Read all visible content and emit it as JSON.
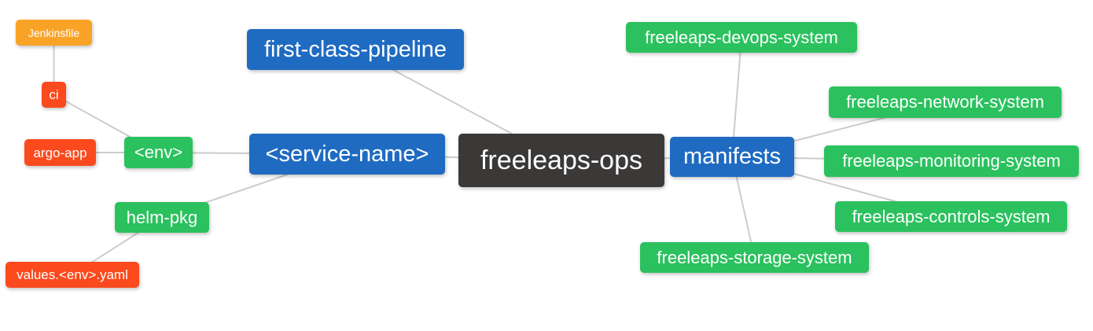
{
  "mindmap": {
    "background": "#FFFFFF",
    "edge_color": "#CCCCCC",
    "colors": {
      "root": "#3B3838",
      "level1": "#1F6BC1",
      "level2": "#2BC15E",
      "level3": "#FB4A1D",
      "level4": "#F9A326"
    },
    "nodes": {
      "root": {
        "label": "freeleaps-ops",
        "color": "#3B3838"
      },
      "first_class_pipeline": {
        "label": "first-class-pipeline",
        "color": "#1F6BC1"
      },
      "service_name": {
        "label": "<service-name>",
        "color": "#1F6BC1"
      },
      "manifests": {
        "label": "manifests",
        "color": "#1F6BC1"
      },
      "env": {
        "label": "<env>",
        "color": "#2BC15E"
      },
      "helm_pkg": {
        "label": "helm-pkg",
        "color": "#2BC15E"
      },
      "devops_system": {
        "label": "freeleaps-devops-system",
        "color": "#2BC15E"
      },
      "network_system": {
        "label": "freeleaps-network-system",
        "color": "#2BC15E"
      },
      "monitoring_system": {
        "label": "freeleaps-monitoring-system",
        "color": "#2BC15E"
      },
      "controls_system": {
        "label": "freeleaps-controls-system",
        "color": "#2BC15E"
      },
      "storage_system": {
        "label": "freeleaps-storage-system",
        "color": "#2BC15E"
      },
      "ci": {
        "label": "ci",
        "color": "#FB4A1D"
      },
      "argo_app": {
        "label": "argo-app",
        "color": "#FB4A1D"
      },
      "values_env_yaml": {
        "label": "values.<env>.yaml",
        "color": "#FB4A1D"
      },
      "jenkinsfile": {
        "label": "Jenkinsfile",
        "color": "#F9A326"
      }
    },
    "edges": [
      {
        "from": "freeleaps-ops",
        "to": "first-class-pipeline"
      },
      {
        "from": "freeleaps-ops",
        "to": "<service-name>"
      },
      {
        "from": "freeleaps-ops",
        "to": "manifests"
      },
      {
        "from": "<service-name>",
        "to": "<env>"
      },
      {
        "from": "<service-name>",
        "to": "helm-pkg"
      },
      {
        "from": "<env>",
        "to": "ci"
      },
      {
        "from": "<env>",
        "to": "argo-app"
      },
      {
        "from": "ci",
        "to": "Jenkinsfile"
      },
      {
        "from": "helm-pkg",
        "to": "values.<env>.yaml"
      },
      {
        "from": "manifests",
        "to": "freeleaps-devops-system"
      },
      {
        "from": "manifests",
        "to": "freeleaps-network-system"
      },
      {
        "from": "manifests",
        "to": "freeleaps-monitoring-system"
      },
      {
        "from": "manifests",
        "to": "freeleaps-controls-system"
      },
      {
        "from": "manifests",
        "to": "freeleaps-storage-system"
      }
    ]
  }
}
